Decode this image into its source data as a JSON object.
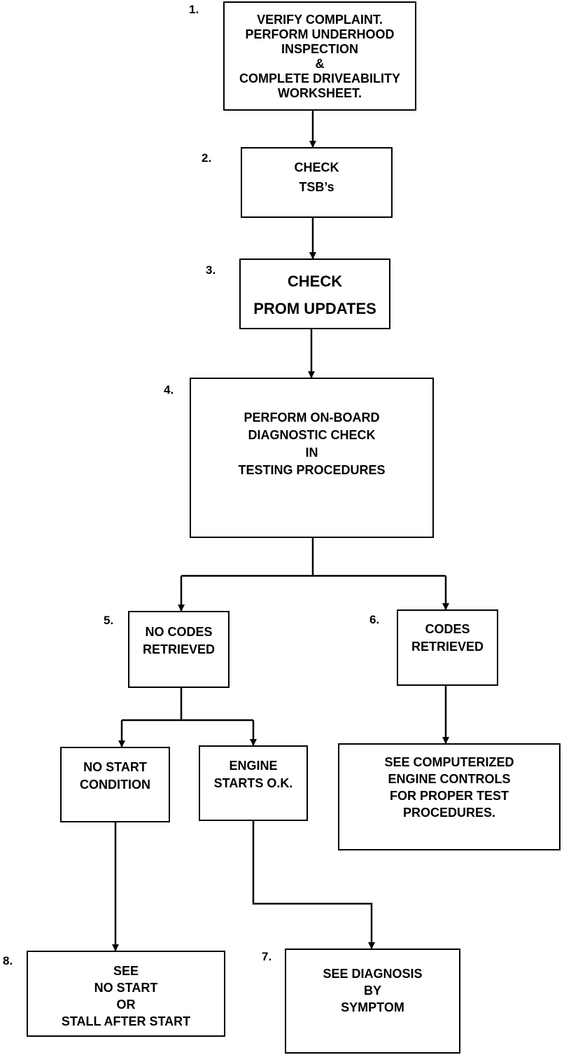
{
  "steps": {
    "s1": {
      "number": "1.",
      "lines": [
        "VERIFY COMPLAINT.",
        "PERFORM UNDERHOOD",
        "INSPECTION",
        "&",
        "COMPLETE DRIVEABILITY",
        "WORKSHEET."
      ]
    },
    "s2": {
      "number": "2.",
      "lines": [
        "CHECK",
        "TSB’s"
      ]
    },
    "s3": {
      "number": "3.",
      "lines": [
        "CHECK",
        "PROM UPDATES"
      ]
    },
    "s4": {
      "number": "4.",
      "lines": [
        "PERFORM ON-BOARD",
        "DIAGNOSTIC CHECK",
        "IN",
        "TESTING PROCEDURES"
      ]
    },
    "s5": {
      "number": "5.",
      "lines": [
        "NO CODES",
        "RETRIEVED"
      ]
    },
    "s6": {
      "number": "6.",
      "lines": [
        "CODES",
        "RETRIEVED"
      ]
    },
    "no_start": {
      "lines": [
        "NO START",
        "CONDITION"
      ]
    },
    "starts_ok": {
      "lines": [
        "ENGINE",
        "STARTS O.K."
      ]
    },
    "see_computerized": {
      "lines": [
        "SEE COMPUTERIZED",
        "ENGINE CONTROLS",
        "FOR PROPER TEST",
        "PROCEDURES."
      ]
    },
    "s7": {
      "number": "7.",
      "lines": [
        "SEE DIAGNOSIS",
        "BY",
        "SYMPTOM"
      ]
    },
    "s8": {
      "number": "8.",
      "lines": [
        "SEE",
        "NO START",
        "OR",
        "STALL AFTER START"
      ]
    }
  },
  "colors": {
    "line": "#000000",
    "background": "#ffffff"
  }
}
